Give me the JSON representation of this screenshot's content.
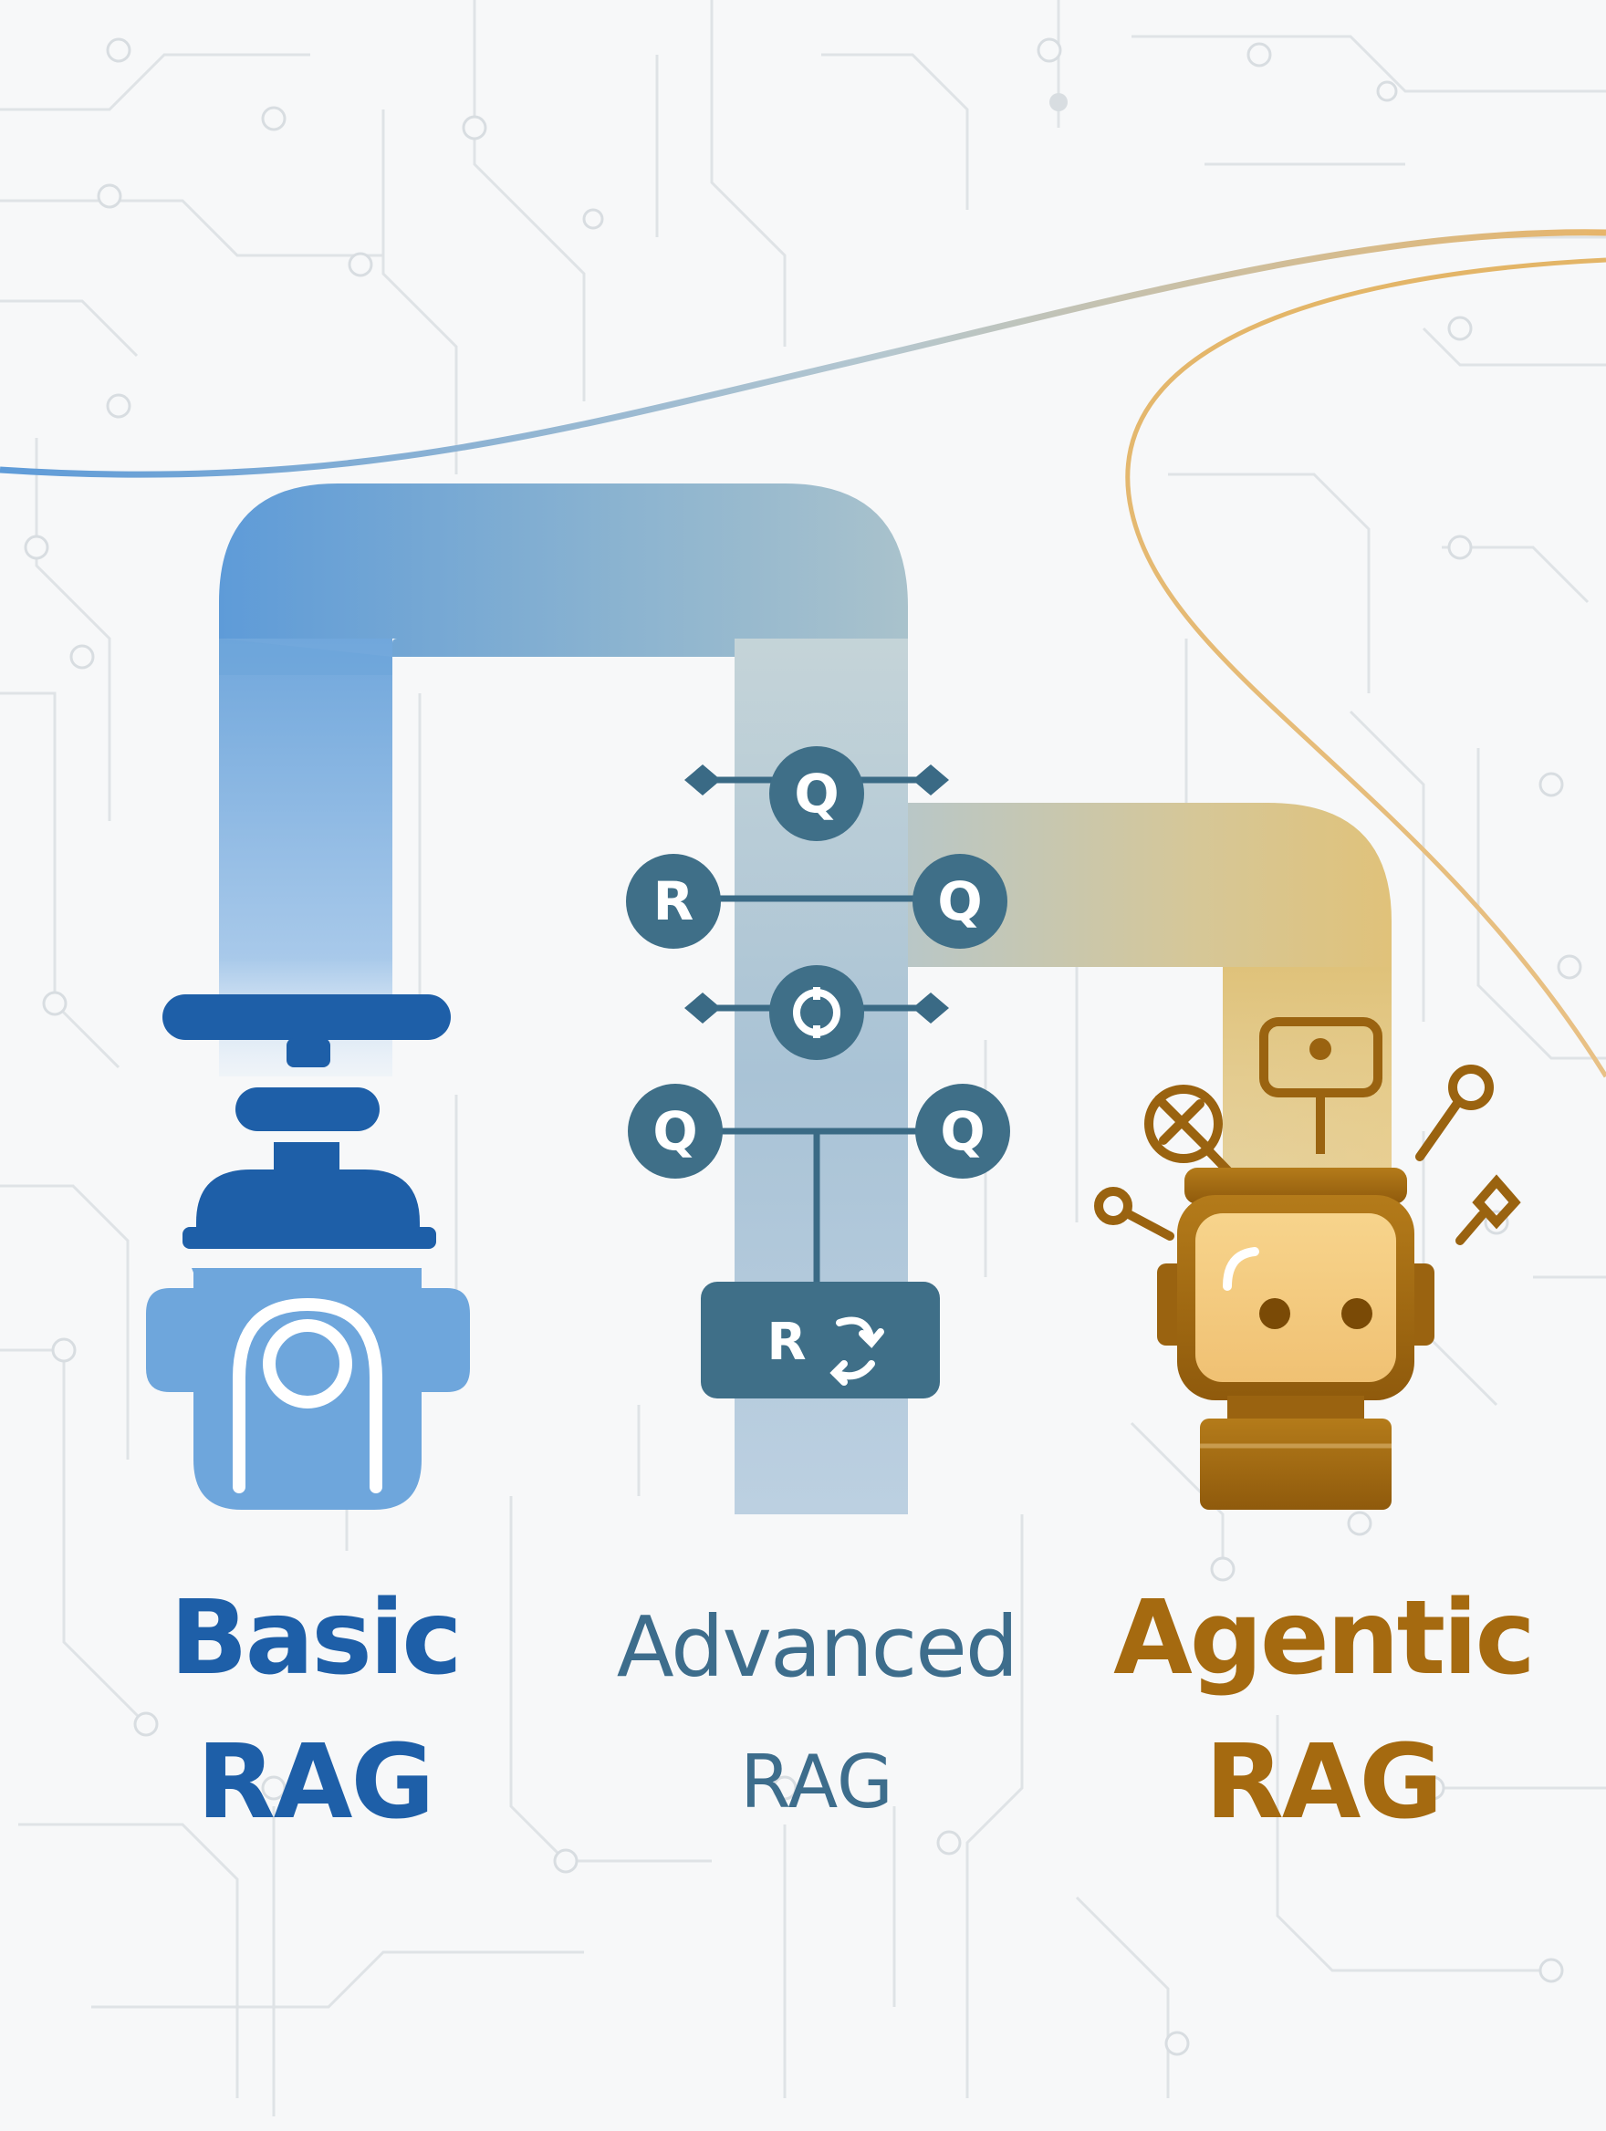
{
  "labels": {
    "basic_line1": "Basic",
    "basic_line2": "RAG",
    "advanced_line1": "Advanced",
    "advanced_line2": "RAG",
    "agentic_line1": "Agentic",
    "agentic_line2": "RAG"
  },
  "nodes": {
    "q1": "Q",
    "r_left": "R",
    "q_right": "Q",
    "q_left2": "Q",
    "q_right2": "Q",
    "box_r": "R"
  },
  "colors": {
    "basic": "#1e5fa8",
    "advanced": "#3d6d8c",
    "agentic": "#a56a10",
    "node_dark": "#3a6a85",
    "pipe_blue": "#5b9ad6",
    "pipe_gold": "#d9b25a"
  },
  "icons": [
    "valve-icon",
    "query-network-icon",
    "robot-agent-icon",
    "circuit-background"
  ]
}
